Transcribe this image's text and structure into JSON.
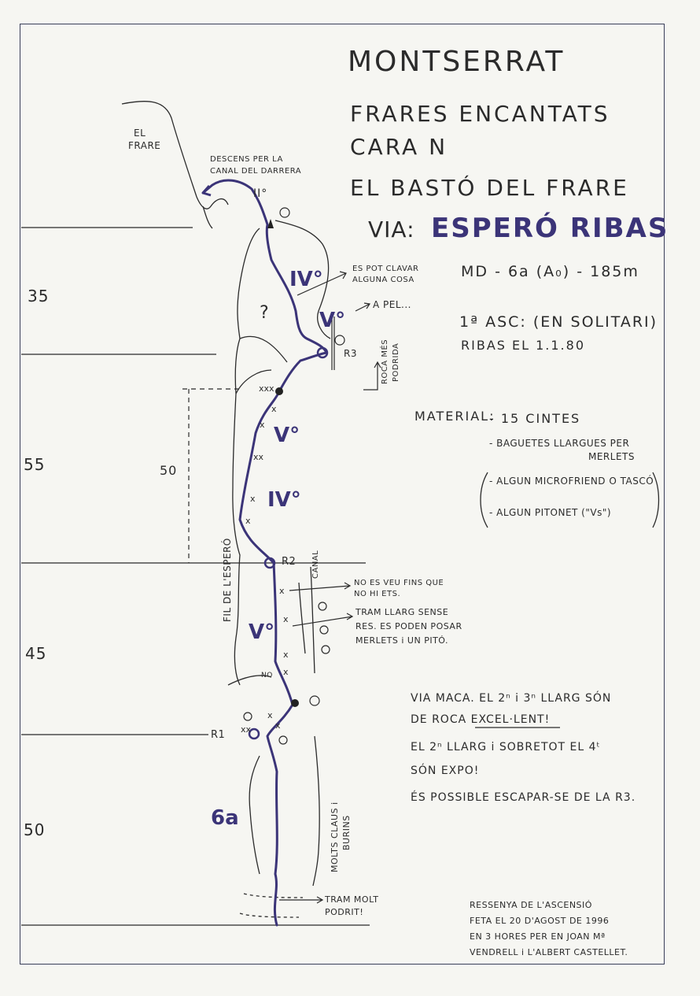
{
  "header": {
    "title": "MONTSERRAT",
    "subtitle_1": "FRARES ENCANTATS",
    "subtitle_2": "CARA N",
    "subtitle_3": "EL BASTÓ DEL FRARE",
    "via_label": "VIA:",
    "via_name": "ESPERÓ RIBAS",
    "grade_info": "MD - 6a (A₀) - 185m",
    "first_ascent_1": "1ª ASC: (EN SOLITARI)",
    "first_ascent_2": "RIBAS EL 1.1.80"
  },
  "material": {
    "label": "MATERIAL:",
    "item_1": "- 15 CINTES",
    "item_2a": "- BAGUETES LLARGUES PER",
    "item_2b": "MERLETS",
    "item_3": "- ALGUN MICROFRIEND O TASCÓ",
    "item_4": "- ALGUN PITONET (\"Vs\")"
  },
  "comments": {
    "line_1": "VIA MACA. EL 2ⁿ i 3ⁿ LLARG SÓN",
    "line_2a": "DE ROCA ",
    "line_2b": "EXCEL·LENT",
    "line_2c": "!",
    "line_3": "EL 2ⁿ LLARG i SOBRETOT EL 4ᵗ",
    "line_4": "SÓN EXPO!",
    "line_5": "ÉS POSSIBLE ESCAPAR-SE DE LA R3."
  },
  "credits": {
    "line_1": "RESSENYA DE L'ASCENSIÓ",
    "line_2": "FETA EL 20 D'AGOST DE 1996",
    "line_3": "EN 3 HORES PER EN JOAN Mª",
    "line_4": "VENDRELL i L'ALBERT CASTELLET."
  },
  "topo": {
    "el_frare_1": "EL",
    "el_frare_2": "FRARE",
    "descens_1": "DESCENS PER LA",
    "descens_2": "CANAL DEL DARRERA",
    "grade_ii": "II°",
    "note_clavar_1": "ES POT CLAVAR",
    "note_clavar_2": "ALGUNA COSA",
    "note_apel": "A PEL...",
    "question": "?",
    "grade_iv_top": "IV°",
    "grade_v_top": "V°",
    "roca_podrida_1": "ROCA MÉS",
    "roca_podrida_2": "PODRIDA",
    "belay_r3": "R3",
    "grade_v_mid": "V°",
    "grade_iv_mid": "IV°",
    "height_50": "50",
    "fil_esperó": "FIL DE L'ESPERÓ",
    "belay_r2": "R2",
    "canal": "CANAL",
    "note_no_es_veu_1": "NO ES VEU FINS QUE",
    "note_no_es_veu_2": "NO HI ETS.",
    "note_tram_1": "TRAM LLARG SENSE",
    "note_tram_2": "RES. ES PODEN POSAR",
    "note_tram_3": "MERLETS i UN PITÓ.",
    "grade_v_low": "V°",
    "no_label": "NO",
    "belay_r1": "R1",
    "molts_claus_1": "MOLTS CLAUS i",
    "molts_claus_2": "BURINS",
    "grade_6a": "6a",
    "note_podrit_1": "TRAM MOLT",
    "note_podrit_2": "PODRIT!"
  },
  "pitch_lengths": [
    "35",
    "55",
    "45",
    "50"
  ],
  "colors": {
    "route": "#3b3478",
    "ink": "#2b2b2b",
    "frame": "#3a3f5a",
    "paper": "#f6f6f2"
  }
}
